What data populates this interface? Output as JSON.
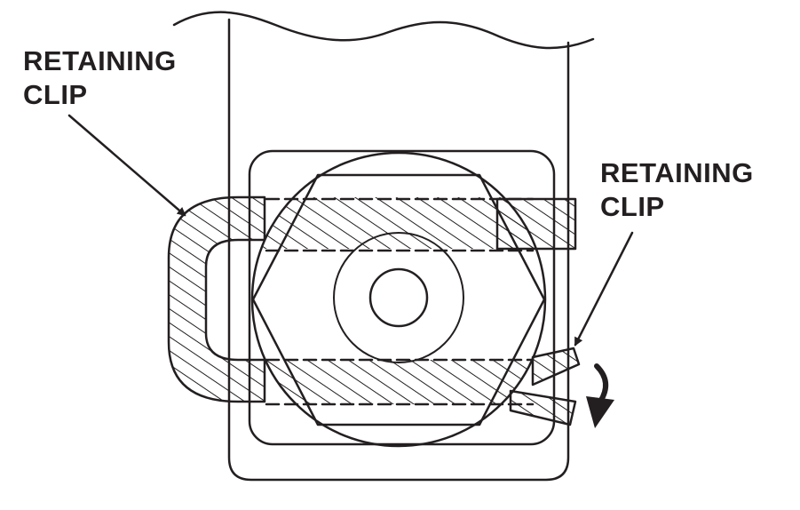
{
  "labels": {
    "left": {
      "line1": "RETAINING",
      "line2": "CLIP"
    },
    "right": {
      "line1": "RETAINING",
      "line2": "CLIP"
    }
  },
  "colors": {
    "ink": "#231f20",
    "background": "#ffffff"
  }
}
